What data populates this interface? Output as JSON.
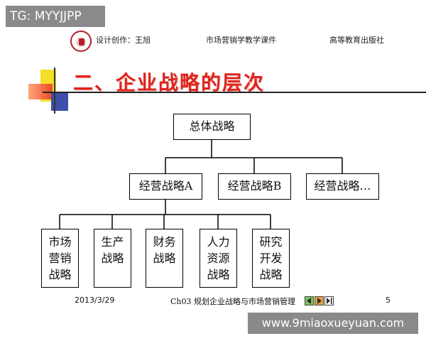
{
  "overlay": {
    "tg_label": "TG: MYYJJPP",
    "site_watermark": "www.9miaoxueyuan.com"
  },
  "header": {
    "designer": "设计创作：王旭",
    "course": "市场营销学教学课件",
    "publisher": "高等教育出版社",
    "logo_icon": "university-seal-icon"
  },
  "title": "二、企业战略的层次",
  "diagram": {
    "root": "总体战略",
    "business": [
      "经营战略A",
      "经营战略B",
      "经营战略…"
    ],
    "functional": [
      "市场\n营销\n战略",
      "生产\n战略",
      "财务\n战略",
      "人力\n资源\n战略",
      "研究\n开发\n战略"
    ]
  },
  "footer": {
    "date": "2013/3/29",
    "chapter": "Ch03 规划企业战略与市场营销管理",
    "page": "5",
    "nav_icons": [
      "prev-arrow-icon",
      "next-arrow-icon",
      "last-page-icon"
    ]
  },
  "colors": {
    "title": "#e2231a",
    "accent_yellow": "#f4e026",
    "accent_blue": "#3d4fa8",
    "overlay_gray": "#8a8a8a"
  }
}
